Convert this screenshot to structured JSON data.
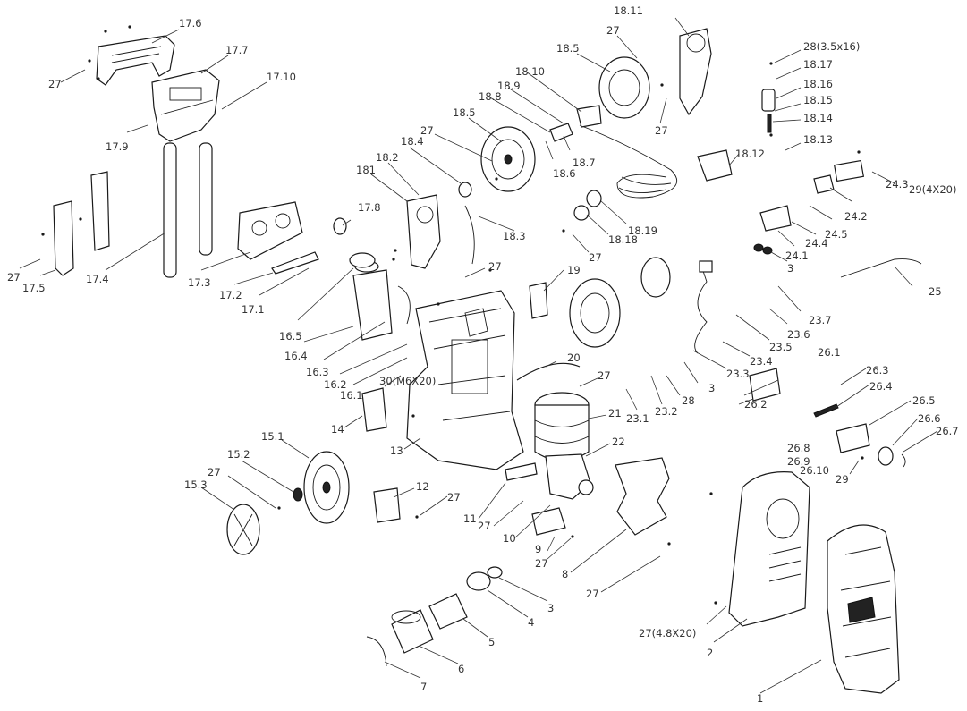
{
  "labels": [
    "17.6",
    "17.7",
    "17.10",
    "17.9",
    "27",
    "27",
    "17.5",
    "17.4",
    "17.3",
    "17.2",
    "17.1",
    "17.8",
    "16.5",
    "16.4",
    "16.3",
    "16.2",
    "16.1",
    "30(M6X20)",
    "14",
    "13",
    "15.1",
    "15.2",
    "15.3",
    "27",
    "12",
    "27",
    "11",
    "27",
    "10",
    "9",
    "27",
    "8",
    "27",
    "7",
    "6",
    "5",
    "4",
    "3",
    "181",
    "18.2",
    "18.4",
    "27",
    "18.5",
    "18.8",
    "18.9",
    "18.10",
    "18.7",
    "18.6",
    "18.3",
    "27",
    "18.11",
    "27",
    "18.5",
    "27",
    "28(3.5x16)",
    "18.17",
    "18.16",
    "18.15",
    "18.14",
    "18.13",
    "18.12",
    "18.18",
    "18.19",
    "27",
    "19",
    "20",
    "27",
    "21",
    "22",
    "23.1",
    "23.2",
    "28",
    "3",
    "24.3",
    "29(4X20)",
    "24.2",
    "24.5",
    "24.4",
    "24.1",
    "3",
    "25",
    "23.7",
    "23.6",
    "23.5",
    "23.4",
    "23.3",
    "26.1",
    "26.3",
    "26.4",
    "26.2",
    "26.5",
    "26.6",
    "26.7",
    "26.8",
    "26.9",
    "26.10",
    "29",
    "27(4.8X20)",
    "2",
    "1"
  ]
}
